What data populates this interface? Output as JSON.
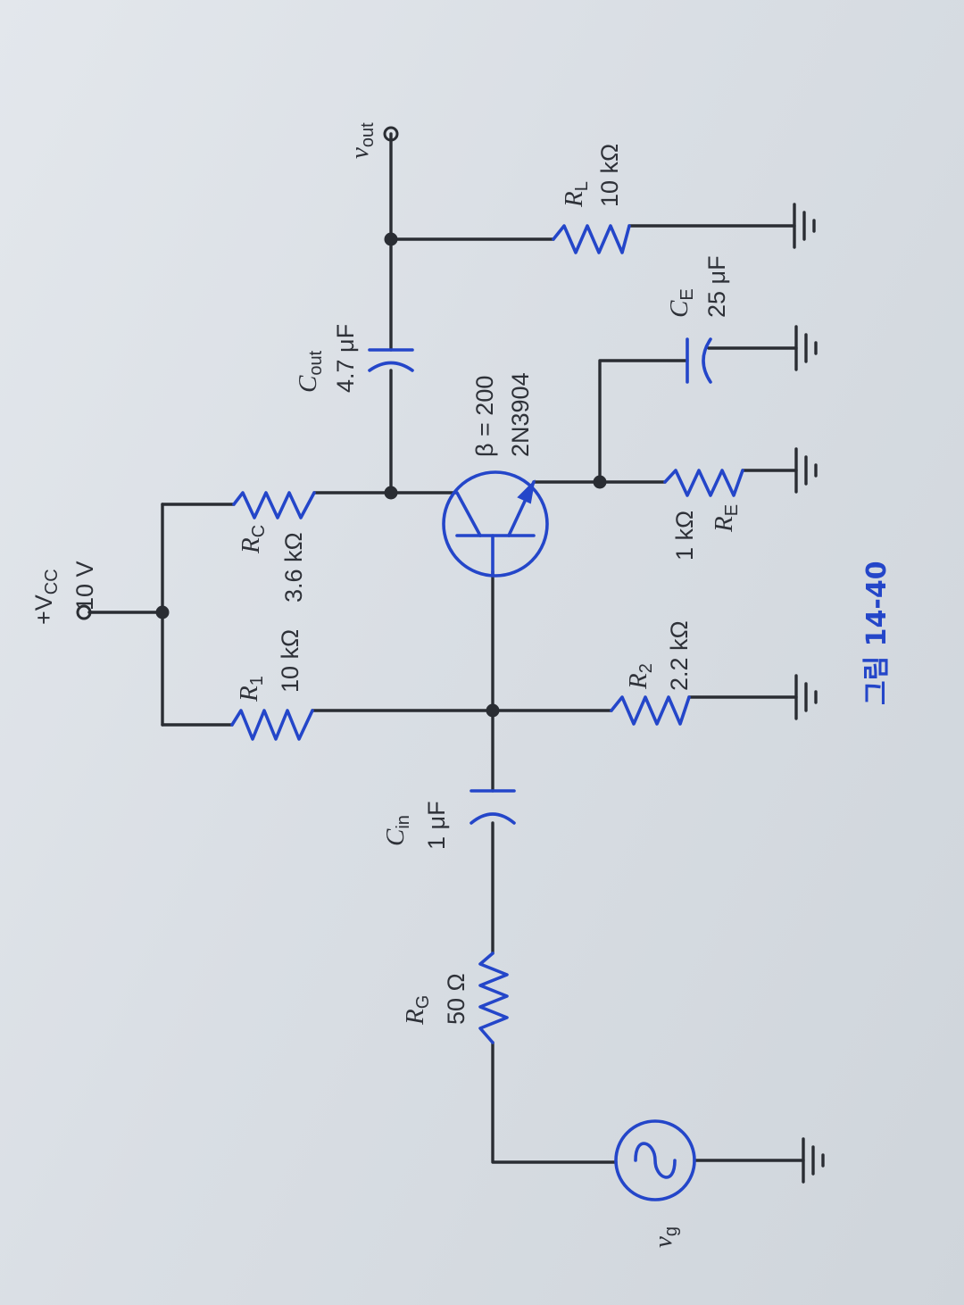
{
  "figure": {
    "caption": "그림 14-40"
  },
  "supply": {
    "name": "+V",
    "sub": "CC",
    "value": "10 V"
  },
  "source": {
    "name": "v",
    "sub": "g"
  },
  "output": {
    "name": "v",
    "sub": "out"
  },
  "components": {
    "RG": {
      "name": "R",
      "sub": "G",
      "value": "50 Ω"
    },
    "Cin": {
      "name": "C",
      "sub": "in",
      "value": "1 μF"
    },
    "R1": {
      "name": "R",
      "sub": "1",
      "value": "10 kΩ"
    },
    "R2": {
      "name": "R",
      "sub": "2",
      "value": "2.2 kΩ"
    },
    "RC": {
      "name": "R",
      "sub": "C",
      "value": "3.6 kΩ"
    },
    "RE": {
      "name": "R",
      "sub": "E",
      "value": "1 kΩ"
    },
    "Cout": {
      "name": "C",
      "sub": "out",
      "value": "4.7 μF"
    },
    "CE": {
      "name": "C",
      "sub": "E",
      "value": "25 μF"
    },
    "RL": {
      "name": "R",
      "sub": "L",
      "value": "10 kΩ"
    }
  },
  "transistor": {
    "beta": "β = 200",
    "part": "2N3904"
  },
  "colors": {
    "component": "#2446c9",
    "wire": "#2a2d33",
    "caption": "#2446c9",
    "paper": "#dde2e7"
  }
}
